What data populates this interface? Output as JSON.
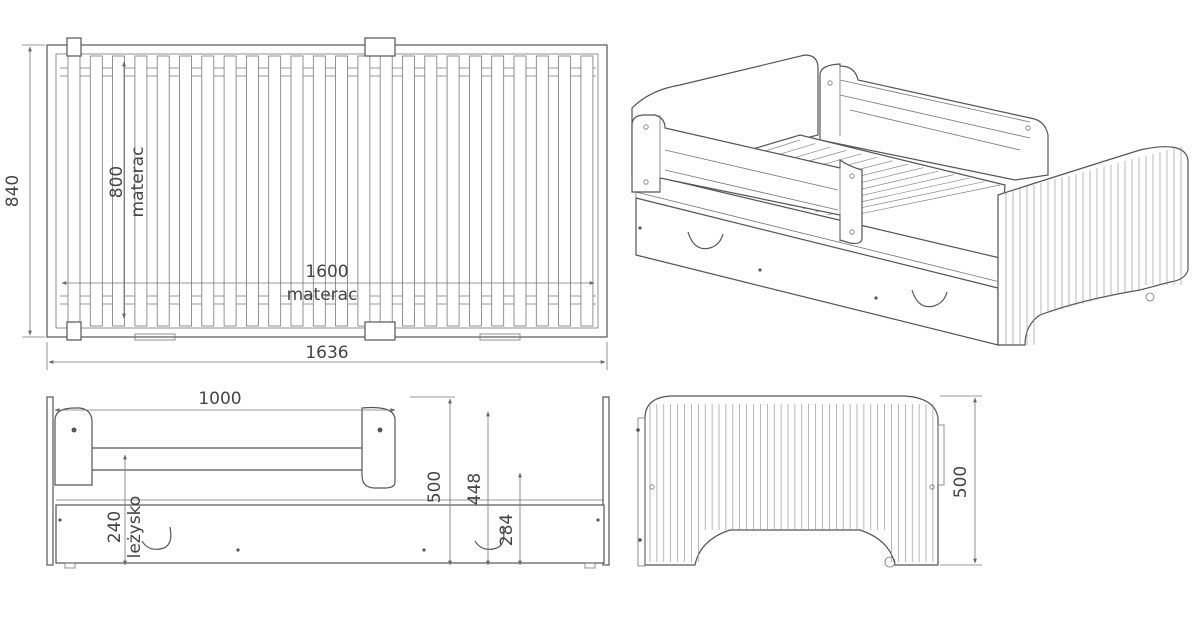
{
  "labels": {
    "top_width": "840",
    "top_length": "1636",
    "mattress_width": "800",
    "mattress_word_1": "materac",
    "mattress_length": "1600",
    "mattress_word_2": "materac",
    "side_length": "1000",
    "side_height": "500",
    "side_mid": "448",
    "side_inner": "284",
    "sleep_height": "240",
    "sleep_word": "leżysko",
    "end_height": "500"
  },
  "colors": {
    "line": "#555555",
    "text": "#444444"
  }
}
